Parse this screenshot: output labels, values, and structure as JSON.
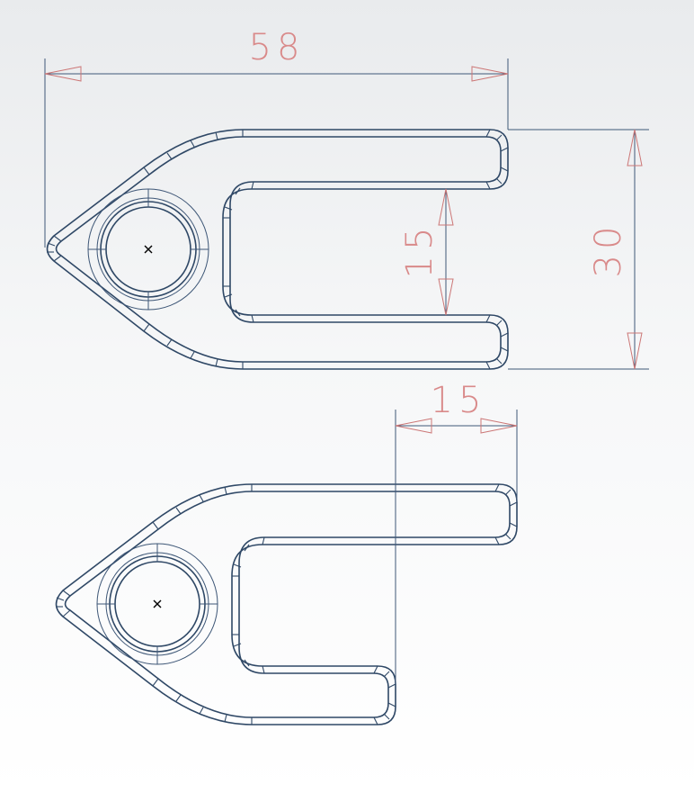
{
  "drawing": {
    "dimension_length": "58",
    "dimension_height": "30",
    "dimension_slot_width": "15",
    "dimension_prong_length": "15"
  },
  "colors": {
    "outline": "#2f4866",
    "dimension_text": "#d98a8a",
    "arrow": "#cc7777"
  }
}
